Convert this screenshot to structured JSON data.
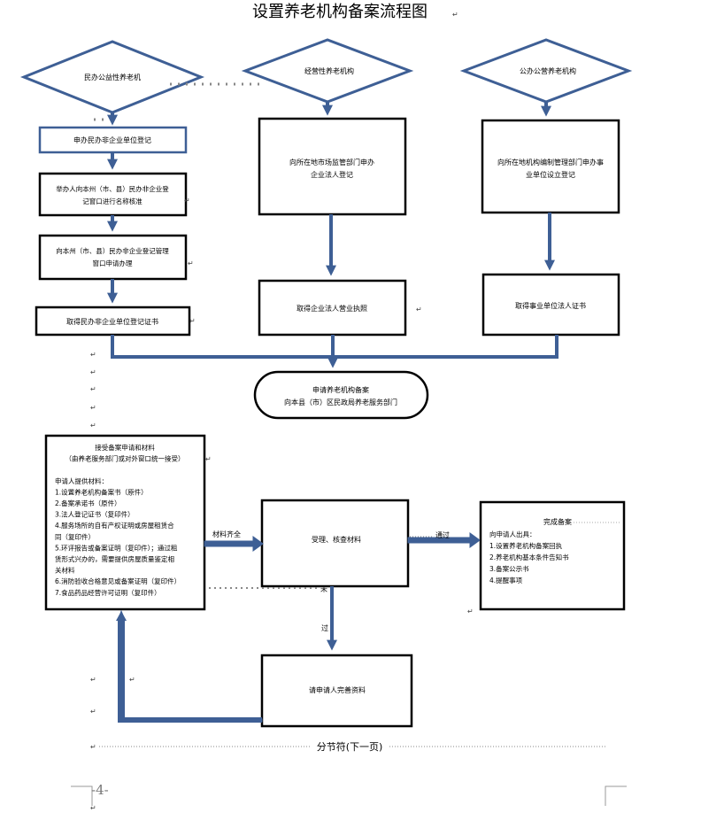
{
  "title": "设置养老机构备案流程图",
  "para_mark": "↵",
  "decisions": {
    "minban": "民办公益性养老机",
    "jingying": "经营性养老机构",
    "gongban": "公办公营养老机构"
  },
  "minban_steps": {
    "step1": "申办民办非企业单位登记",
    "step2": [
      "举办人向本州（市、县）民办非企业登",
      "记窗口进行名称核准"
    ],
    "step3": [
      "向本州（市、县）民办非企业登记管理",
      "窗口申请办理"
    ],
    "step4": "取得民办非企业单位登记证书"
  },
  "jingying_steps": {
    "step1": [
      "向所在地市场监管部门申办",
      "企业法人登记"
    ],
    "step2": "取得企业法人营业执照"
  },
  "gongban_steps": {
    "step1": [
      "向所在地机构编制管理部门申办事",
      "业单位设立登记"
    ],
    "step2": "取得事业单位法人证书"
  },
  "apply_box": [
    "申请养老机构备案",
    "向本县（市）区民政局养老服务部门"
  ],
  "accept_box": {
    "lines": [
      "接受备案申请和材料",
      "（由养老服务部门或对外窗口统一接受）",
      "",
      "申请人提供材料：",
      "1.设置养老机构备案书（原件）",
      "2.备案承诺书（原件）",
      "3.法人登记证书（复印件）",
      "4.服务场所的自有产权证明或房屋租赁合",
      "同（复印件）",
      "5.环评报告或备案证明（复印件）；通过租",
      "赁形式兴办的，需要提供房屋质量鉴定相",
      "关材料",
      "6.消防验收合格意见或备案证明（复印件）",
      "7.食品药品经营许可证明（复印件）"
    ]
  },
  "review_box": "受理、核查材料",
  "complete_box": {
    "lines": [
      "完成备案",
      "向申请人出具：",
      "1.设置养老机构备案回执",
      "2.养老机构基本条件告知书",
      "3.备案公示书",
      "4.提醒事项"
    ]
  },
  "supplement_box": "请申请人完善资料",
  "edge_labels": {
    "complete_materials": "材料齐全",
    "passed": "通过",
    "not": "未",
    "pass": "过"
  },
  "footer": {
    "section_break": "分节符(下一页)",
    "page_number": "-4-"
  },
  "colors": {
    "arrow": "#3e5f95",
    "box_border": "#000000",
    "dotted": "#888888"
  }
}
